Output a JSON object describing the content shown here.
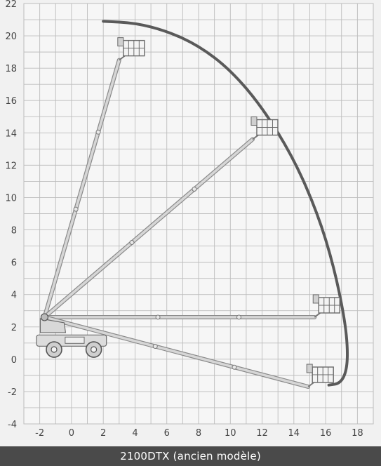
{
  "caption": "2100DTX (ancien modèle)",
  "colors": {
    "background": "#f1f1f1",
    "grid": "#bdbdbd",
    "envelope": "#5a5a5a",
    "boom": "#d6d6d6",
    "caption_bar": "#4a4a4a"
  },
  "chart_data": {
    "type": "diagram",
    "title": "",
    "xlabel": "",
    "ylabel": "",
    "xlim": [
      -3,
      19
    ],
    "ylim": [
      -4,
      22
    ],
    "grid": true,
    "x_tick_labels": [
      "-2",
      "0",
      "2",
      "4",
      "6",
      "8",
      "10",
      "12",
      "14",
      "16",
      "18"
    ],
    "y_tick_labels": [
      "-4",
      "-2",
      "0",
      "2",
      "4",
      "6",
      "8",
      "10",
      "12",
      "14",
      "16",
      "18",
      "20",
      "22"
    ],
    "pivot": [
      -1.7,
      2.6
    ],
    "boom_positions": [
      {
        "tip": [
          3.0,
          18.5
        ]
      },
      {
        "tip": [
          11.4,
          13.6
        ]
      },
      {
        "tip": [
          15.3,
          2.6
        ]
      },
      {
        "tip": [
          14.9,
          -1.7
        ]
      }
    ],
    "working_envelope": [
      [
        2.0,
        20.9
      ],
      [
        4.0,
        20.8
      ],
      [
        6.0,
        20.3
      ],
      [
        8.0,
        19.4
      ],
      [
        10.0,
        17.9
      ],
      [
        12.0,
        15.6
      ],
      [
        14.0,
        12.4
      ],
      [
        15.5,
        9.0
      ],
      [
        16.5,
        5.8
      ],
      [
        17.2,
        2.5
      ],
      [
        17.4,
        0.5
      ],
      [
        17.3,
        -0.8
      ],
      [
        16.9,
        -1.5
      ],
      [
        16.2,
        -1.6
      ]
    ]
  }
}
